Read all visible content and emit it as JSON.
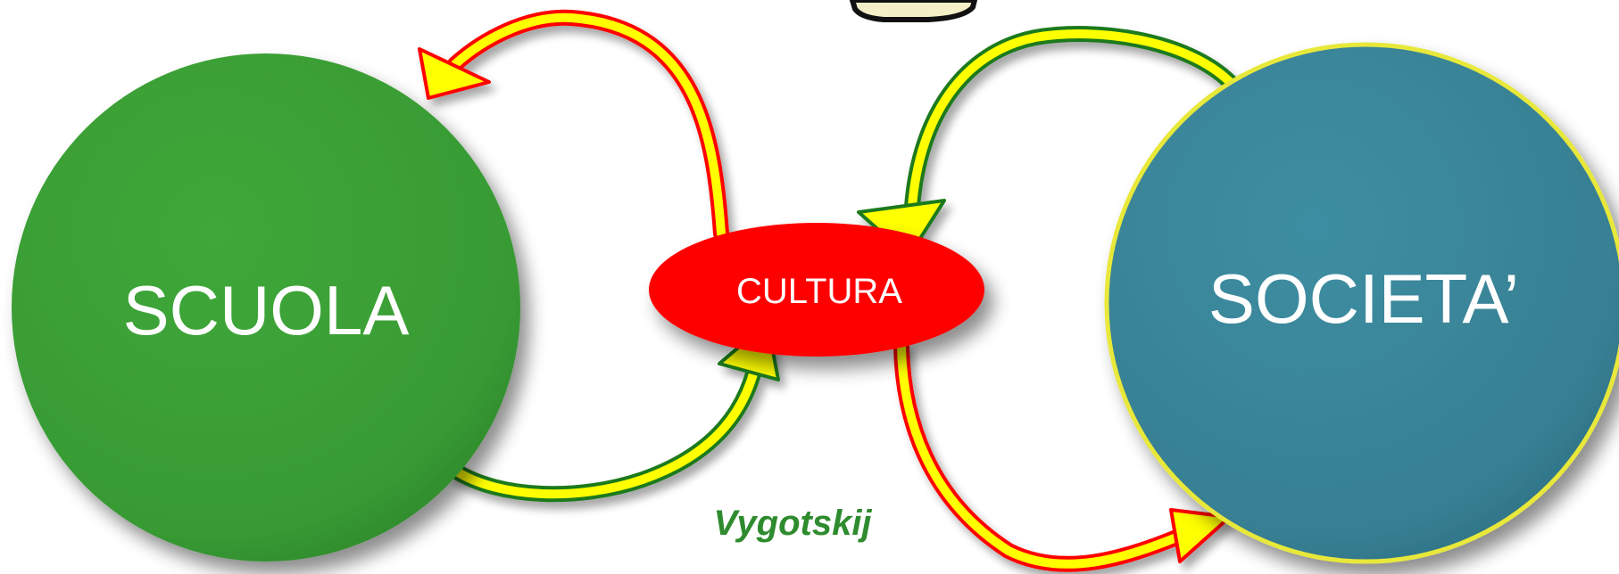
{
  "diagram": {
    "nodes": {
      "scuola": {
        "label": "SCUOLA",
        "color": "#3a9b35"
      },
      "cultura": {
        "label": "CULTURA",
        "color": "#ff0000"
      },
      "societa": {
        "label": "SOCIETA’",
        "color": "#3a8599",
        "border_color": "#e8e83a"
      }
    },
    "caption": {
      "text": "Vygotskij",
      "color": "#2e8b2e"
    },
    "arrows": [
      {
        "from": "cultura",
        "to": "scuola",
        "stroke": "#ff0000",
        "fill": "#ffff00"
      },
      {
        "from": "scuola",
        "to": "cultura",
        "stroke": "#1f7a1f",
        "fill": "#ffff00"
      },
      {
        "from": "societa",
        "to": "cultura",
        "stroke": "#1f7a1f",
        "fill": "#ffff00"
      },
      {
        "from": "cultura",
        "to": "societa",
        "stroke": "#ff0000",
        "fill": "#ffff00"
      }
    ]
  }
}
